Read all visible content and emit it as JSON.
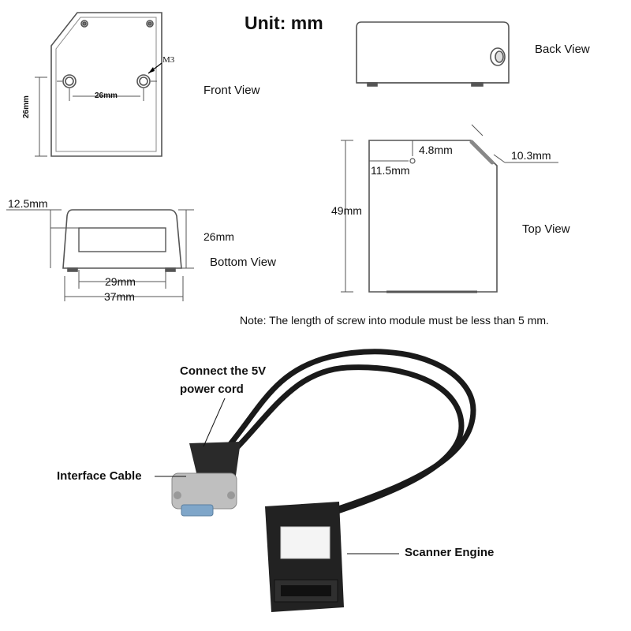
{
  "title": "Unit: mm",
  "views": {
    "front": {
      "label": "Front View",
      "screw_label": "M3",
      "hole_spacing": "26mm",
      "height": "26mm"
    },
    "back": {
      "label": "Back View"
    },
    "bottom": {
      "label": "Bottom View",
      "offset": "12.5mm",
      "height": "26mm",
      "inner_width": "29mm",
      "outer_width": "37mm"
    },
    "top": {
      "label": "Top View",
      "hole_y": "4.8mm",
      "hole_x": "11.5mm",
      "chamfer": "10.3mm",
      "height": "49mm"
    }
  },
  "note": "Note:  The length of screw into module must be less than 5 mm.",
  "callouts": {
    "power": [
      "Connect the 5V",
      "power cord"
    ],
    "interface": "Interface Cable",
    "engine": "Scanner Engine"
  }
}
